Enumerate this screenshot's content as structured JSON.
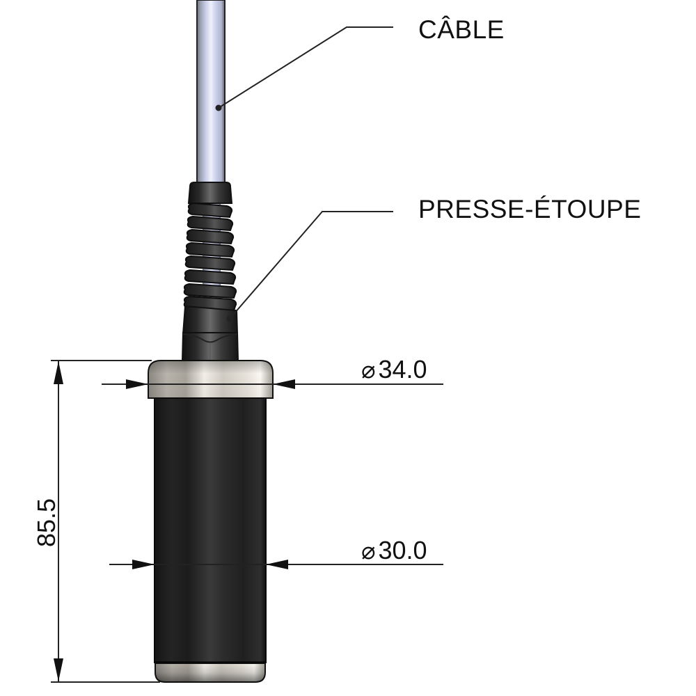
{
  "diagram": {
    "type": "technical drawing",
    "subject": "submersible sensor probe with cable",
    "callouts": [
      {
        "id": "cable",
        "label": "CÂBLE"
      },
      {
        "id": "gland",
        "label": "PRESSE-ÉTOUPE"
      }
    ],
    "dimensions": {
      "cap_diameter": {
        "symbol": "⌀",
        "value": "34.0"
      },
      "body_diameter": {
        "symbol": "⌀",
        "value": "30.0"
      },
      "overall_height": {
        "value": "85.5"
      }
    },
    "colors": {
      "cable": "#c8cde8",
      "body": "#262626",
      "cap": "#d8d4cc",
      "gland": "#3a3a3a",
      "lines": "#222222"
    }
  }
}
